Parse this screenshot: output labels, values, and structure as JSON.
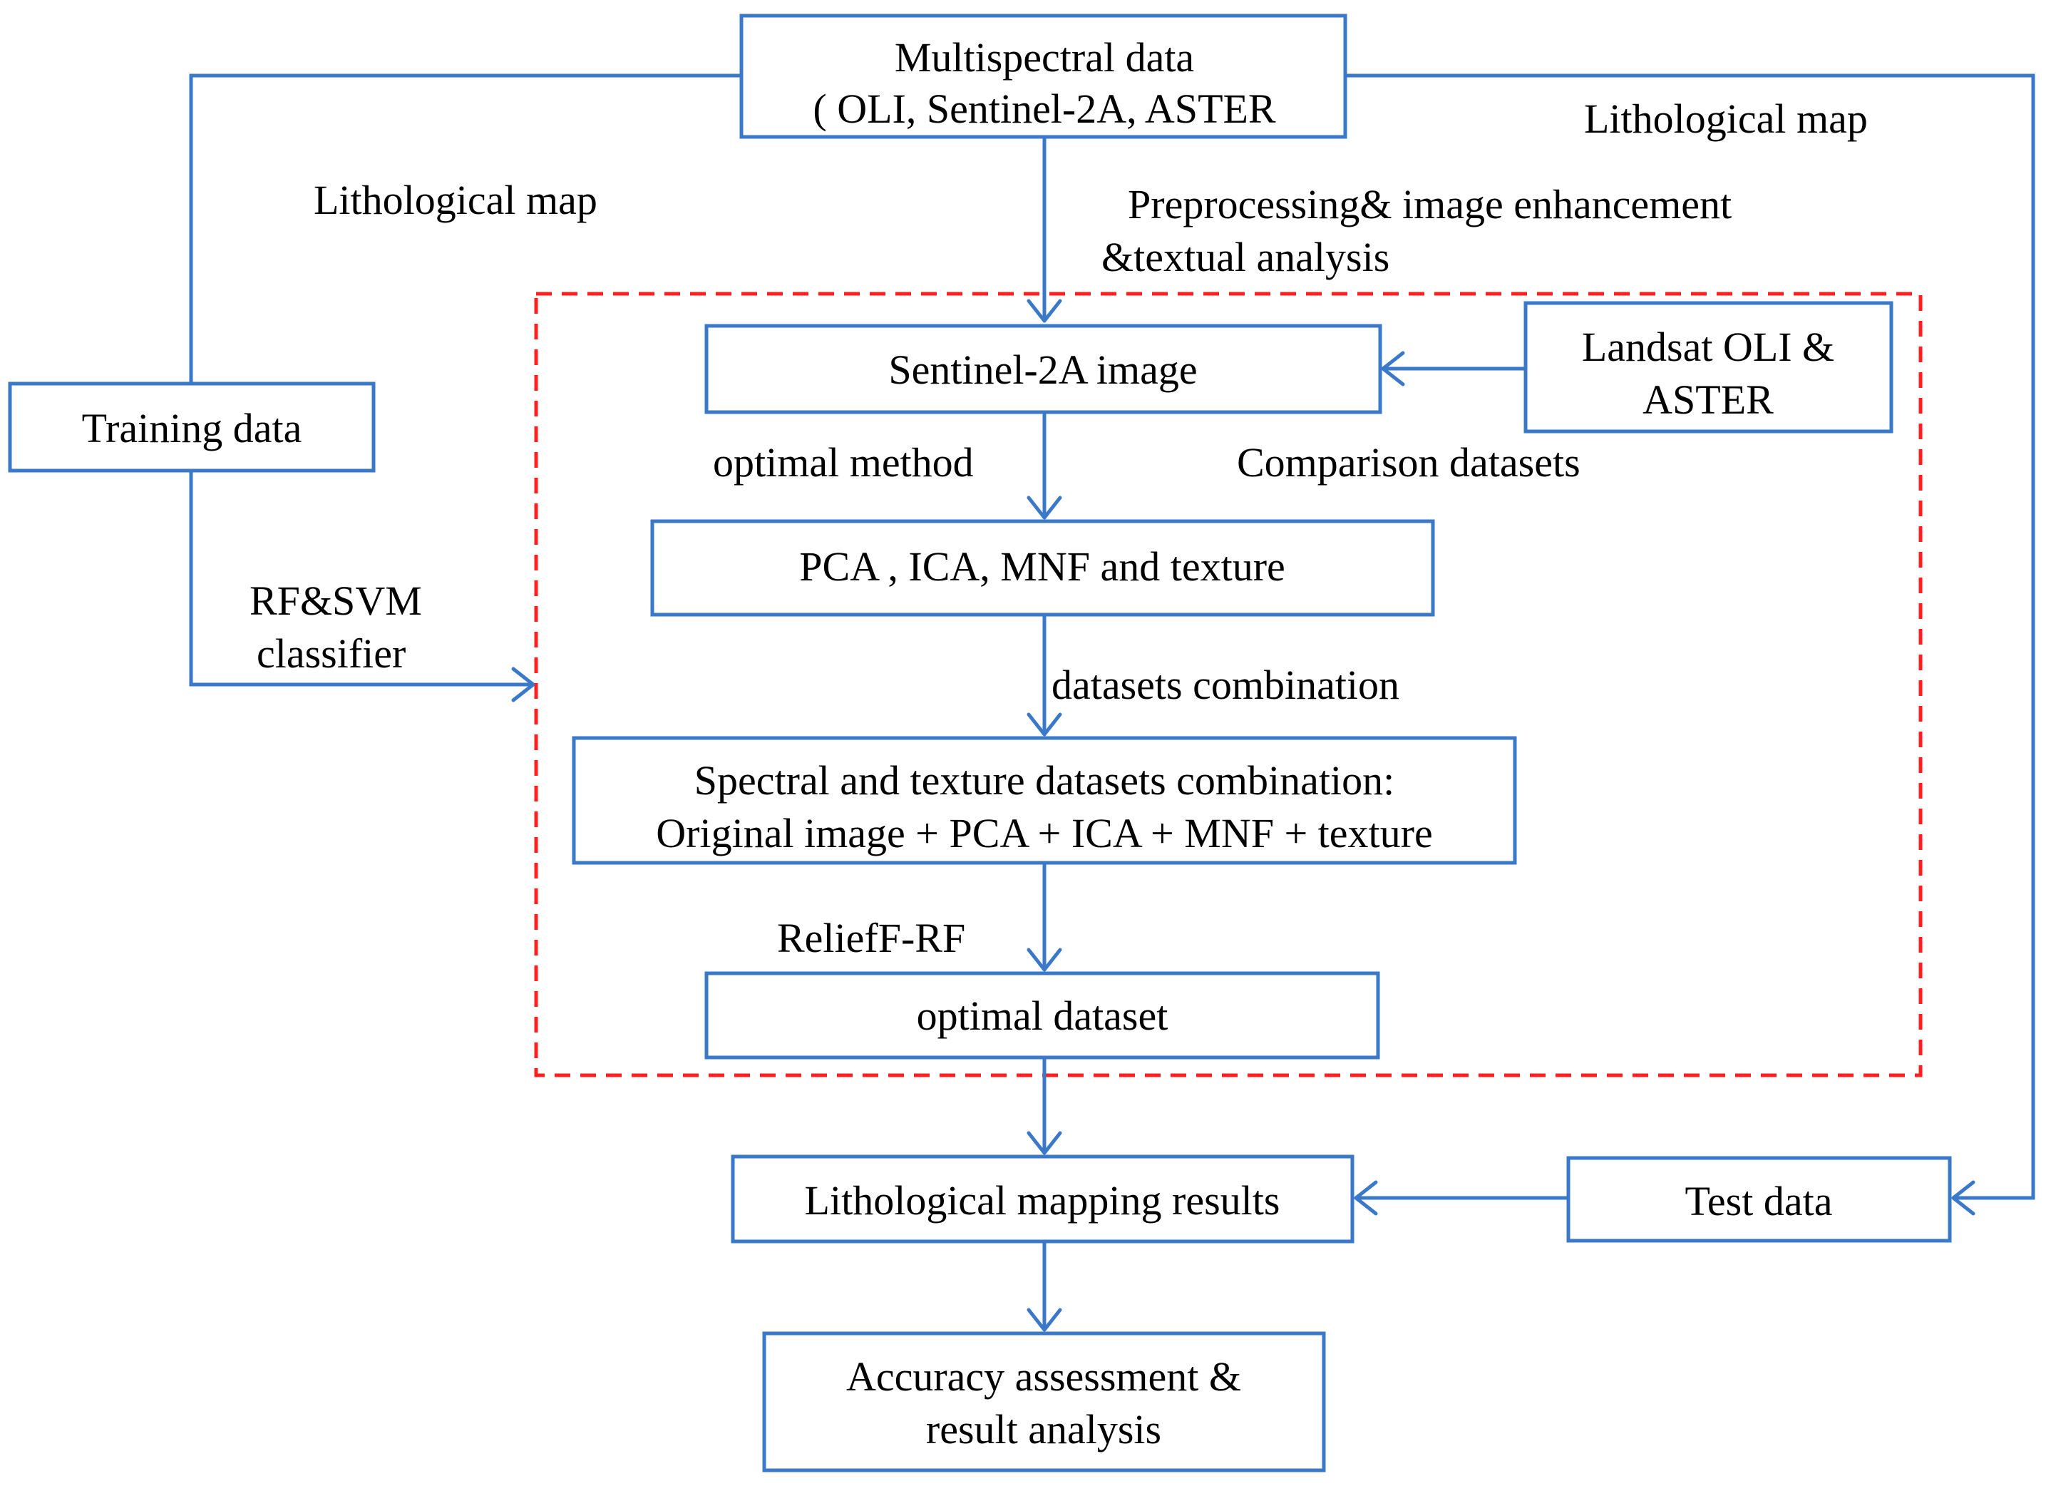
{
  "colors": {
    "box_border": "#3a78c9",
    "arrow": "#3a78c9",
    "dashed_region": "#ff1f1f",
    "text": "#000000",
    "background": "#ffffff"
  },
  "nodes": {
    "multispectral": {
      "line1": "Multispectral data",
      "line2": "( OLI, Sentinel-2A, ASTER"
    },
    "training": {
      "label": "Training data"
    },
    "sentinel": {
      "label": "Sentinel-2A image"
    },
    "landsat": {
      "line1": "Landsat OLI &",
      "line2": "ASTER"
    },
    "pca": {
      "label": "PCA , ICA, MNF and texture"
    },
    "spectral": {
      "line1": "Spectral and texture datasets combination:",
      "line2": "Original image + PCA + ICA + MNF + texture"
    },
    "optimal_dataset": {
      "label": "optimal dataset"
    },
    "results": {
      "label": "Lithological mapping results"
    },
    "test": {
      "label": "Test data"
    },
    "accuracy": {
      "line1": "Accuracy assessment &",
      "line2": "result analysis"
    }
  },
  "edge_labels": {
    "lithological_map_left": "Lithological map",
    "lithological_map_right": "Lithological map",
    "preprocessing_line1": "Preprocessing& image enhancement",
    "preprocessing_line2": "&textual analysis",
    "optimal_method": "optimal method",
    "comparison_datasets": "Comparison datasets",
    "classifier_line1": "RF&SVM",
    "classifier_line2": "classifier",
    "datasets_combination": "datasets combination",
    "relieff_rf": "ReliefF-RF"
  }
}
